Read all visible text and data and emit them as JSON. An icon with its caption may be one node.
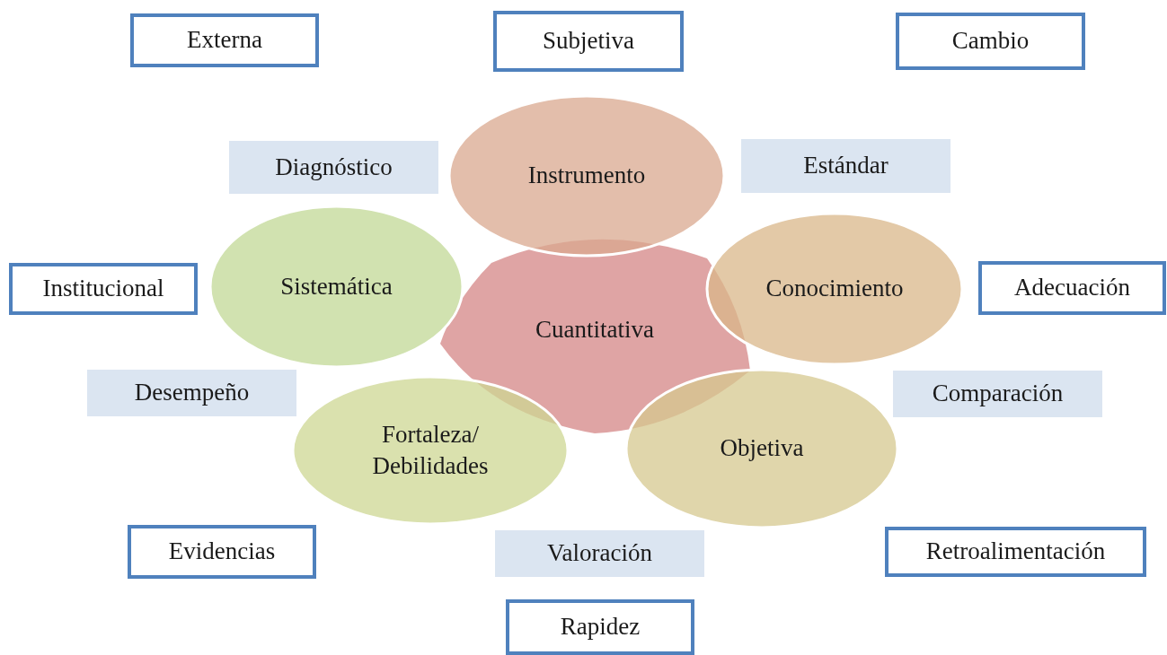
{
  "diagram": {
    "nodes": [
      {
        "text": [
          "Externa"
        ]
      },
      {
        "text": [
          "Subjetiva"
        ]
      },
      {
        "text": [
          "Cambio"
        ]
      },
      {
        "text": [
          "Diagnóstico"
        ]
      },
      {
        "text": [
          "Instrumento"
        ]
      },
      {
        "text": [
          "Estándar"
        ]
      },
      {
        "text": [
          "Sistemática"
        ]
      },
      {
        "text": [
          "Institucional"
        ]
      },
      {
        "text": [
          "Conocimiento"
        ]
      },
      {
        "text": [
          "Adecuación"
        ]
      },
      {
        "text": [
          "Cuantitativa"
        ]
      },
      {
        "text": [
          "Desempeño"
        ]
      },
      {
        "text": [
          "Comparación"
        ]
      },
      {
        "text": [
          "Fortaleza/ Debilidades"
        ]
      },
      {
        "text": [
          "Objetiva"
        ]
      },
      {
        "text": [
          "Evidencias"
        ]
      },
      {
        "text": [
          "Valoración"
        ]
      },
      {
        "text": [
          "Retroalimentación"
        ]
      },
      {
        "text": [
          "Rapidez"
        ]
      }
    ],
    "edges": []
  }
}
